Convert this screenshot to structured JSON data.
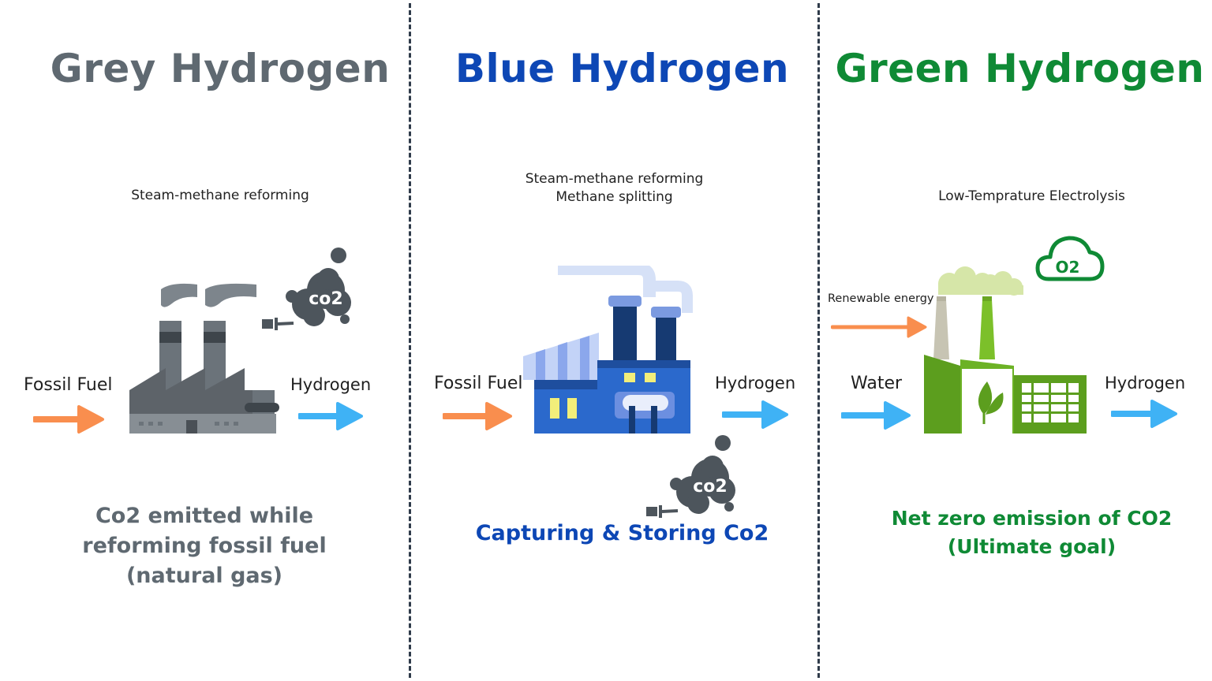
{
  "colors": {
    "grey": "#5f6971",
    "blue": "#0d47b5",
    "green": "#0f8a35",
    "input_arrow": "#f98e4e",
    "output_arrow": "#3fb2f5",
    "divider": "#2f3b4a"
  },
  "panels": [
    {
      "title": "Grey Hydrogen",
      "process": [
        "Steam-methane reforming"
      ],
      "input_label": "Fossil Fuel",
      "output_label": "Hydrogen",
      "co2_badge": "co2",
      "caption": [
        "Co2 emitted while",
        "reforming fossil fuel",
        "(natural gas)"
      ]
    },
    {
      "title": "Blue Hydrogen",
      "process": [
        "Steam-methane reforming",
        "Methane splitting"
      ],
      "input_label": "Fossil Fuel",
      "output_label": "Hydrogen",
      "co2_badge": "co2",
      "caption": [
        "Capturing & Storing Co2"
      ]
    },
    {
      "title": "Green Hydrogen",
      "process": [
        "Low-Temprature Electrolysis"
      ],
      "energy_label": "Renewable energy",
      "input_label": "Water",
      "output_label": "Hydrogen",
      "o2_badge": "O2",
      "caption": [
        "Net zero emission of CO2",
        "(Ultimate goal)"
      ]
    }
  ]
}
